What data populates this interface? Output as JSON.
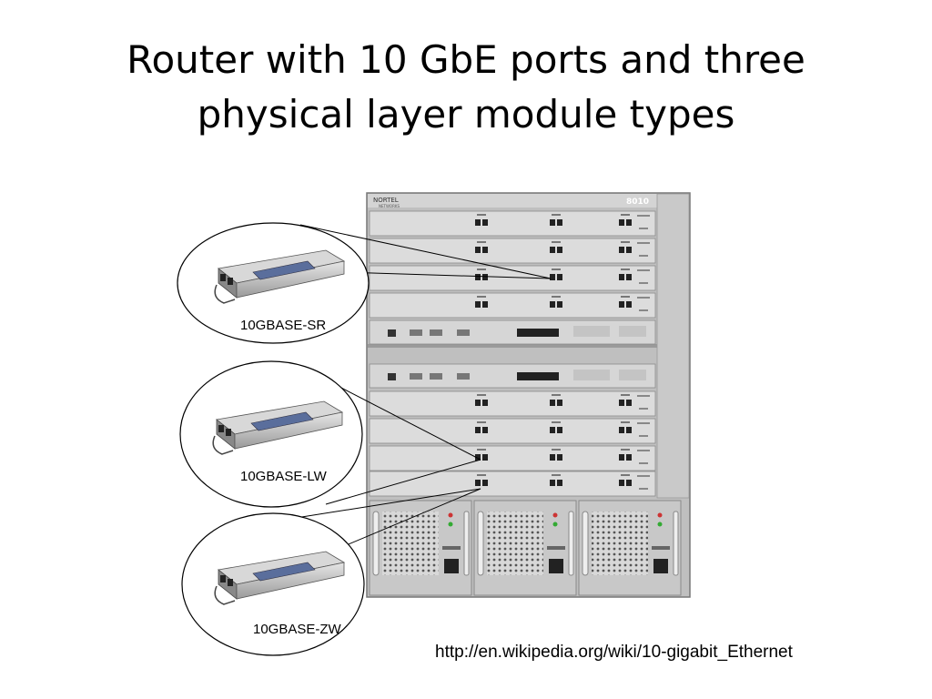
{
  "slide": {
    "title_line1": "Router with 10 GbE ports and three",
    "title_line2": "physical layer module types",
    "source_url": "http://en.wikipedia.org/wiki/10-gigabit_Ethernet"
  },
  "router": {
    "brand": "NORTEL",
    "brand_sub": "NETWORKS",
    "model": "8010"
  },
  "modules": [
    {
      "label": "10GBASE-SR"
    },
    {
      "label": "10GBASE-LW"
    },
    {
      "label": "10GBASE-ZW"
    }
  ]
}
